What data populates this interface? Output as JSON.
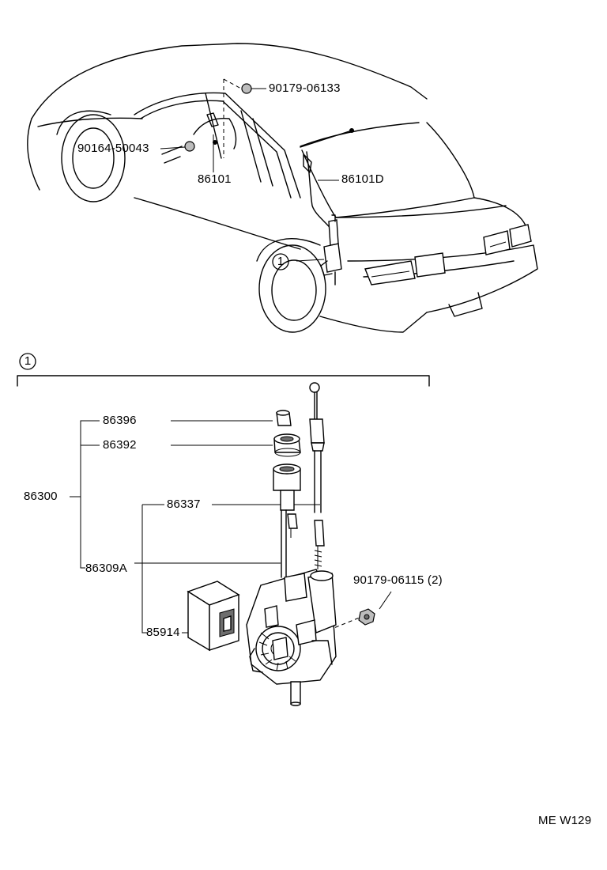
{
  "diagram": {
    "callout_marker": "1",
    "drawing_code": "ME W129",
    "labels": {
      "p90179_06133": "90179-06133",
      "p90164_50043": "90164-50043",
      "p86101": "86101",
      "p86101D": "86101D",
      "p86396": "86396",
      "p86392": "86392",
      "p86300": "86300",
      "p86337": "86337",
      "p86309A": "86309A",
      "p85914": "85914",
      "p90179_06115": "90179-06115 (2)"
    }
  }
}
